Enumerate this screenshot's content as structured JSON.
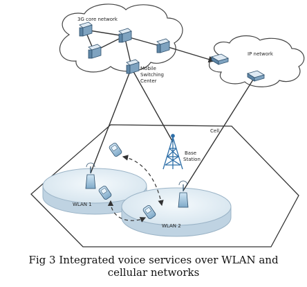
{
  "labels": {
    "core_network": "3G core network",
    "msc": [
      "Mobile",
      "Switching",
      "Center"
    ],
    "ip_network": "IP network",
    "cell": "Cell",
    "base_station": [
      "Base",
      "Station"
    ],
    "wlan1": "WLAN 1",
    "wlan2": "WLAN 2"
  },
  "caption": {
    "line1": "Fig 3 Integrated voice services over WLAN and",
    "line2": "cellular networks"
  }
}
